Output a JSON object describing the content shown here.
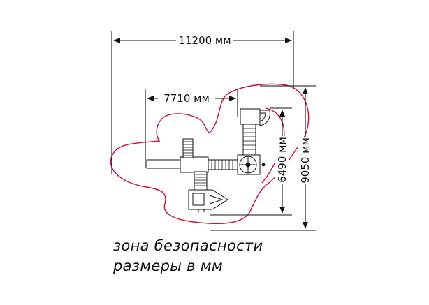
{
  "dimensions": {
    "overall_width": "11200 мм",
    "inner_width": "7710 мм",
    "inner_height": "6490 мм",
    "overall_height": "9050 мм"
  },
  "caption": {
    "line1": "зона безопасности",
    "line2": "размеры в мм"
  },
  "colors": {
    "safety_zone": "#c8102e",
    "lines": "#111111"
  }
}
